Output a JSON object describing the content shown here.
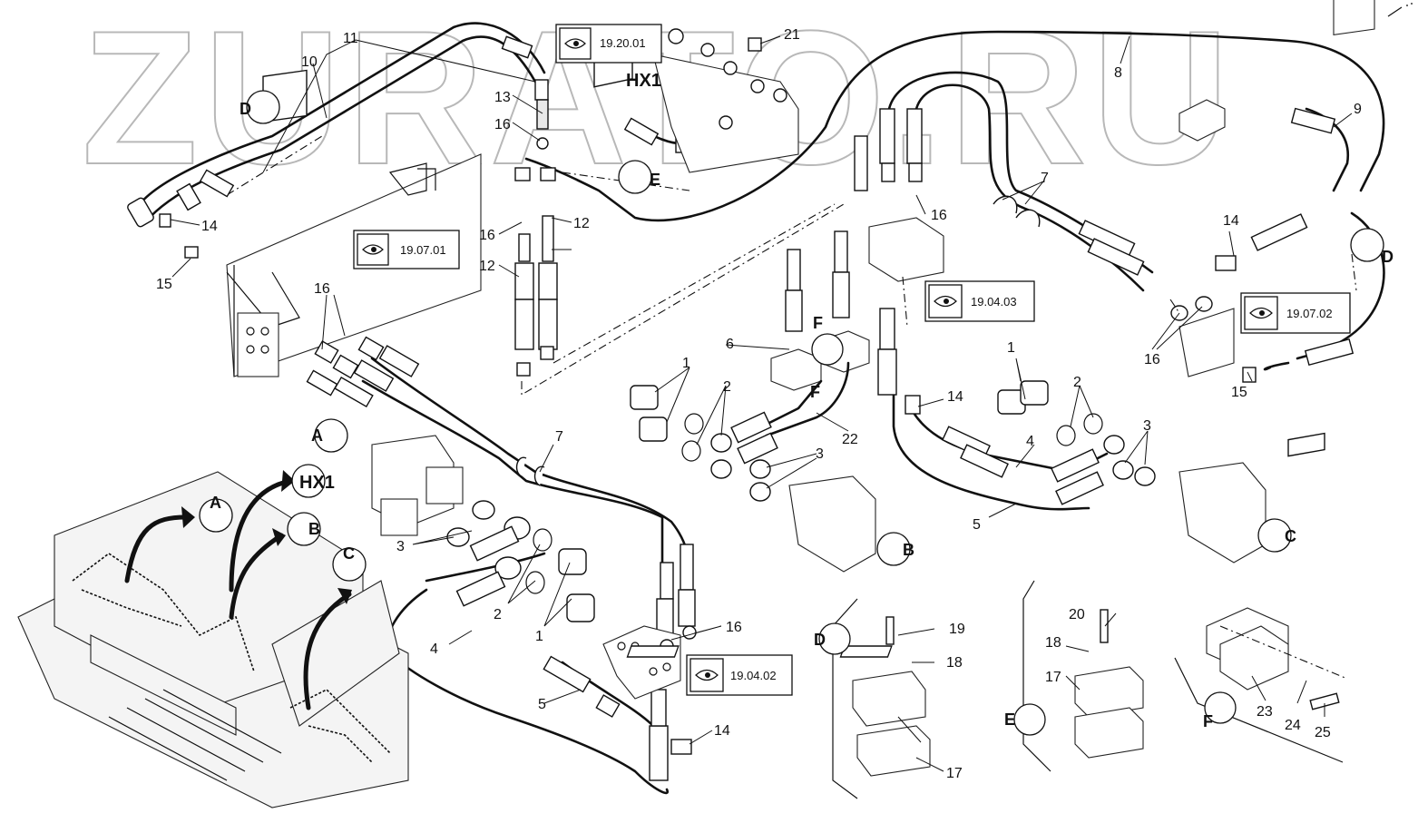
{
  "watermark": "ZURATO.RU",
  "reference_boxes": [
    {
      "id": "ref-19-20-01",
      "label": "19.20.01"
    },
    {
      "id": "ref-19-07-01",
      "label": "19.07.01"
    },
    {
      "id": "ref-19-04-03",
      "label": "19.04.03"
    },
    {
      "id": "ref-19-07-02",
      "label": "19.07.02"
    },
    {
      "id": "ref-19-04-02",
      "label": "19.04.02"
    }
  ],
  "view_labels": {
    "A": "A",
    "B": "B",
    "C": "C",
    "D": "D",
    "E": "E",
    "F": "F",
    "HX1": "HX1"
  },
  "part_numbers": [
    "1",
    "2",
    "3",
    "4",
    "5",
    "6",
    "7",
    "8",
    "9",
    "10",
    "11",
    "12",
    "13",
    "14",
    "15",
    "16",
    "17",
    "18",
    "19",
    "20",
    "21",
    "22",
    "23",
    "24",
    "25"
  ]
}
